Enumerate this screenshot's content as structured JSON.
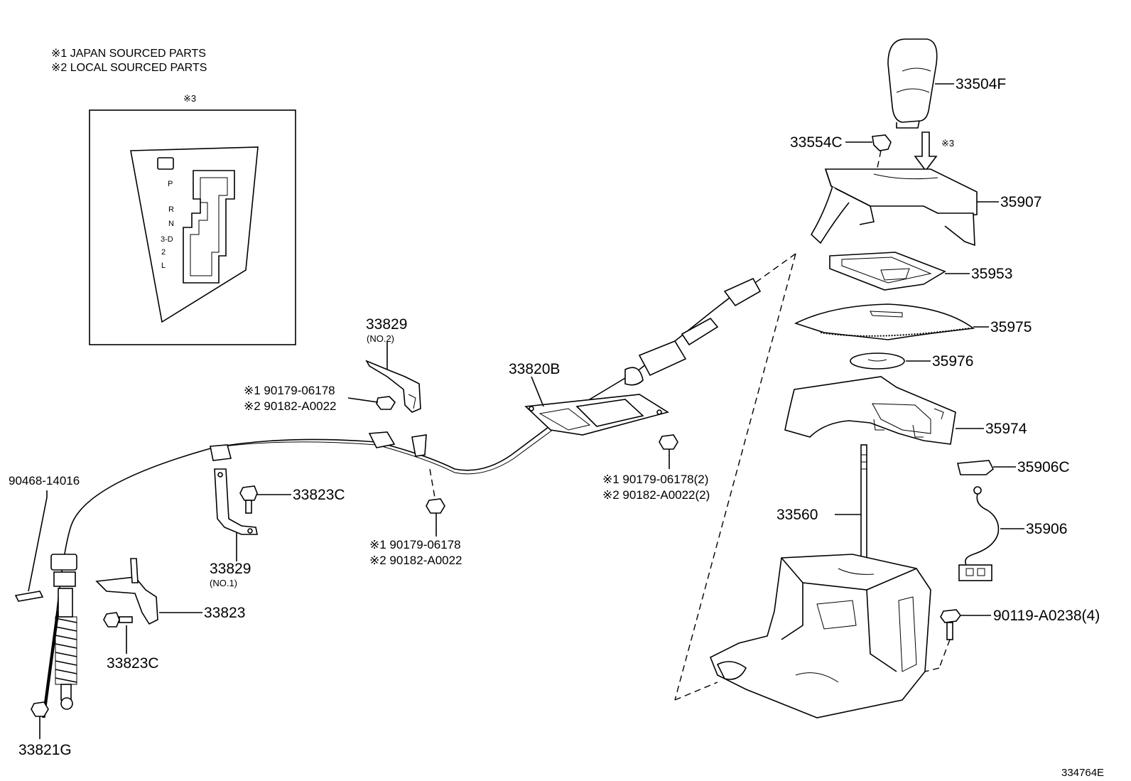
{
  "notes": {
    "n1": "※1 JAPAN SOURCED PARTS",
    "n2": "※2 LOCAL SOURCED PARTS",
    "inset": "※3",
    "arrow": "※3"
  },
  "gate": {
    "p": "P",
    "r": "R",
    "n": "N",
    "d": "3-D",
    "two": "2",
    "l": "L"
  },
  "parts": {
    "p33504F": "33504F",
    "p33554C": "33554C",
    "p35907": "35907",
    "p35953": "35953",
    "p35975": "35975",
    "p35976": "35976",
    "p35974": "35974",
    "p35906C": "35906C",
    "p35906": "35906",
    "p33560": "33560",
    "p90119": "90119-A0238(4)",
    "p33820B": "33820B",
    "p33829a": "33829",
    "p33829a_sub": "(NO.2)",
    "nut1_l1": "※1  90179-06178",
    "nut1_l2": "※2  90182-A0022",
    "nut2_l1": "※1  90179-06178(2)",
    "nut2_l2": "※2  90182-A0022(2)",
    "nut3_l1": "※1  90179-06178",
    "nut3_l2": "※2  90182-A0022",
    "p90468": "90468-14016",
    "p33823Ca": "33823C",
    "p33829b": "33829",
    "p33829b_sub": "(NO.1)",
    "p33823": "33823",
    "p33823Cb": "33823C",
    "p33821G": "33821G"
  },
  "figure_id": "334764E"
}
